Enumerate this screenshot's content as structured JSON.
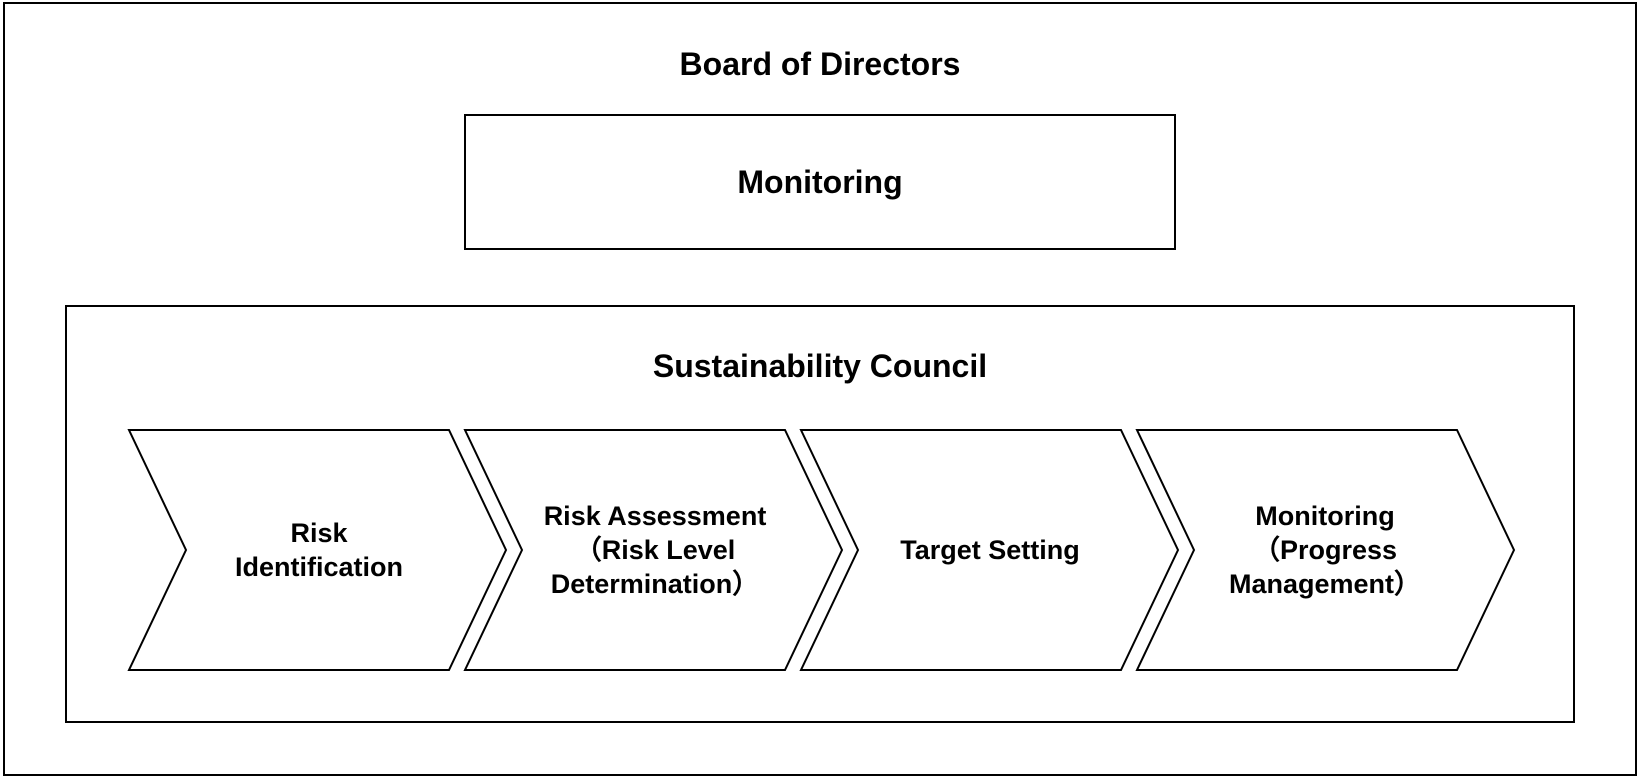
{
  "board": {
    "title": "Board of Directors",
    "monitoring_label": "Monitoring"
  },
  "council": {
    "title": "Sustainability Council",
    "steps": [
      {
        "lines": [
          "Risk",
          "Identification"
        ]
      },
      {
        "lines": [
          "Risk Assessment",
          "（Risk Level",
          "Determination）"
        ]
      },
      {
        "lines": [
          "Target Setting"
        ]
      },
      {
        "lines": [
          "Monitoring",
          "（Progress",
          "Management）"
        ]
      }
    ]
  }
}
